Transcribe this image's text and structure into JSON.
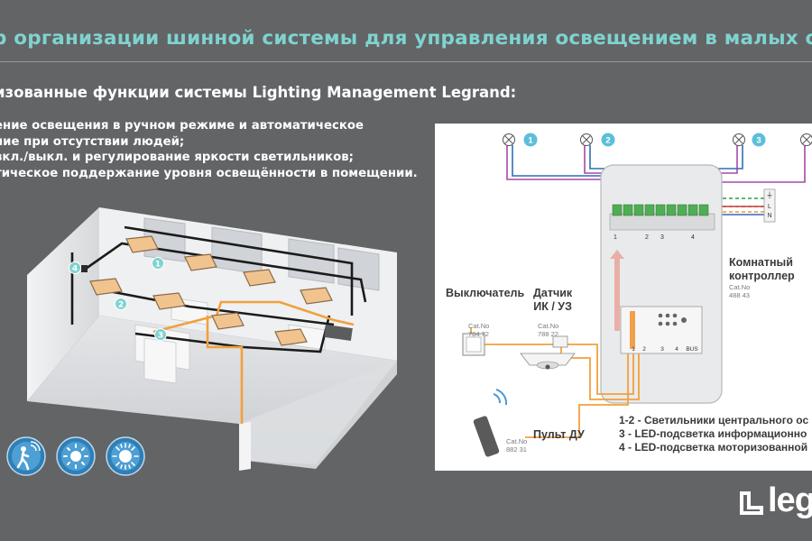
{
  "header": {
    "title": "р организации шинной системы для управления освещением в малых о",
    "subtitle": "изованные функции системы Lighting Management Legrand:"
  },
  "features": [
    "ение освещения в ручном режиме и автоматическое",
    "ние  при отсутствии людей;",
    "вкл./выкл. и регулирование яркости светильников;",
    "тическое поддержание уровня освещённости в помещении."
  ],
  "room": {
    "markers": [
      "1",
      "2",
      "3",
      "4"
    ]
  },
  "feature_icons": [
    "presence-detection-icon",
    "dimming-icon",
    "daylight-sensor-icon"
  ],
  "wiring": {
    "lamp_numbers": [
      "1",
      "2",
      "3"
    ],
    "mains_labels": [
      "L",
      "N"
    ],
    "terminal_numbers": [
      "1",
      "2",
      "3",
      "4"
    ],
    "controller_terminals": [
      "1",
      "2",
      "3",
      "4",
      "BUS"
    ],
    "controller": {
      "name_line1": "Комнатный",
      "name_line2": "контроллер",
      "cat_label": "Cat.No",
      "cat_no": "488 43"
    },
    "switch": {
      "name": "Выключатель",
      "cat_label": "Cat.No",
      "cat_no": "784 72"
    },
    "detector": {
      "name_line1": "Датчик",
      "name_line2": "ИК / УЗ",
      "cat_label": "Cat.No",
      "cat_no": "788 22"
    },
    "remote": {
      "name": "Пульт ДУ",
      "cat_label": "Cat.No",
      "cat_no": "882 31"
    },
    "legend": [
      "1-2 - Светильники центрального ос",
      "3  -  LED-подсветка информационно",
      "4  -  LED-подсветка моторизованной"
    ]
  },
  "brand": {
    "logo_text": "leg",
    "accent": "#7fd3cf",
    "bus_color": "#f2a03d",
    "background": "#636466"
  }
}
